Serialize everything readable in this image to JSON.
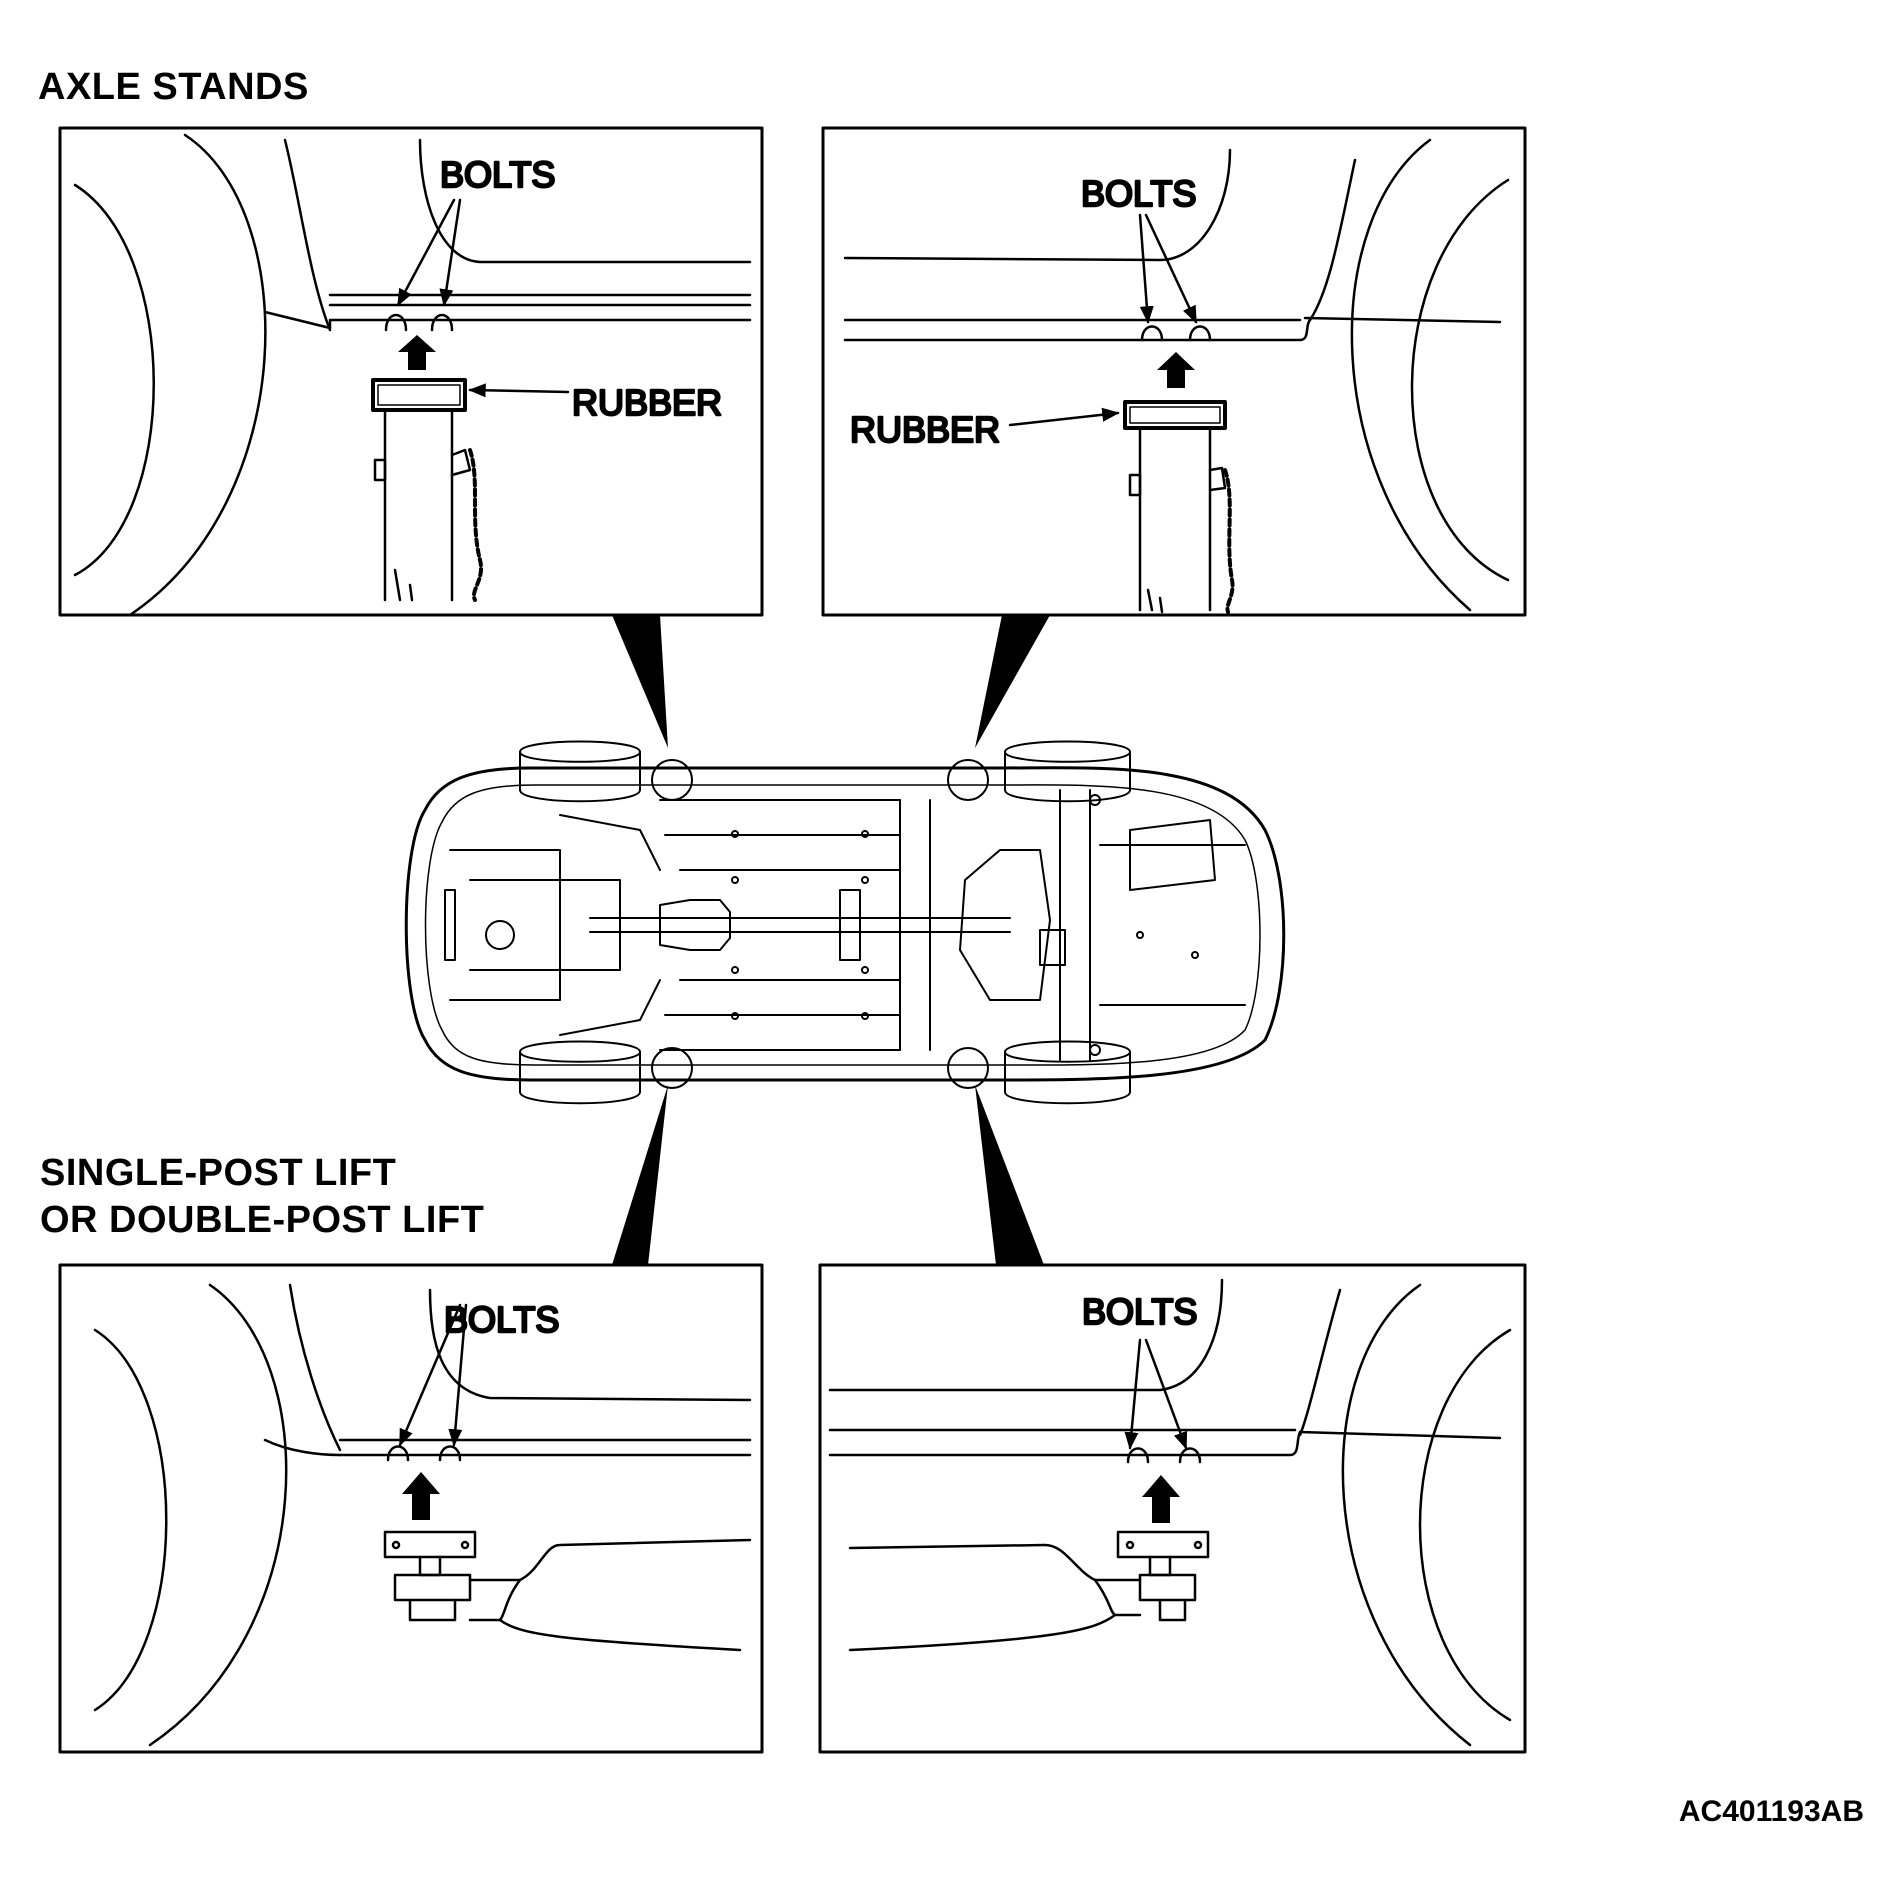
{
  "headings": {
    "axle_stands": "AXLE STANDS",
    "lift_line1": "SINGLE-POST LIFT",
    "lift_line2": "OR DOUBLE-POST LIFT"
  },
  "labels": {
    "bolts": "BOLTS",
    "rubber": "RUBBER"
  },
  "figure_id": "AC401193AB"
}
